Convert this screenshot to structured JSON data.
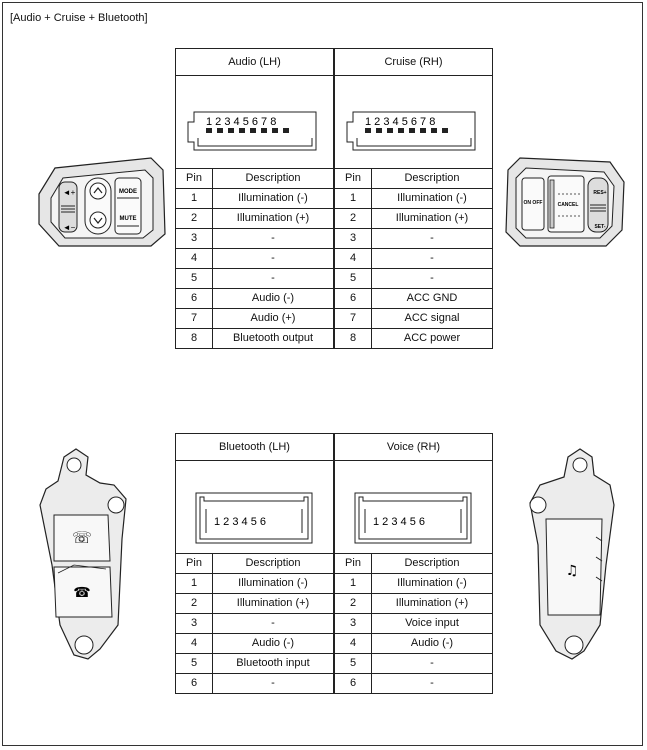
{
  "page_title": "[Audio + Cruise + Bluetooth]",
  "tables": [
    {
      "left_header": "Audio (LH)",
      "right_header": "Cruise (RH)",
      "left_conn_numbers": "1 2 3 4 5 6 7 8",
      "right_conn_numbers": "1 2 3 4 5 6 7 8",
      "col_pin": "Pin",
      "col_desc": "Description",
      "rows": [
        {
          "lpin": "1",
          "ldesc": "Illumination (-)",
          "rpin": "1",
          "rdesc": "Illumination (-)"
        },
        {
          "lpin": "2",
          "ldesc": "Illumination (+)",
          "rpin": "2",
          "rdesc": "Illumination (+)"
        },
        {
          "lpin": "3",
          "ldesc": "-",
          "rpin": "3",
          "rdesc": "-"
        },
        {
          "lpin": "4",
          "ldesc": "-",
          "rpin": "4",
          "rdesc": "-"
        },
        {
          "lpin": "5",
          "ldesc": "-",
          "rpin": "5",
          "rdesc": "-"
        },
        {
          "lpin": "6",
          "ldesc": "Audio (-)",
          "rpin": "6",
          "rdesc": "ACC GND"
        },
        {
          "lpin": "7",
          "ldesc": "Audio (+)",
          "rpin": "7",
          "rdesc": "ACC signal"
        },
        {
          "lpin": "8",
          "ldesc": "Bluetooth output",
          "rpin": "8",
          "rdesc": "ACC power"
        }
      ]
    },
    {
      "left_header": "Bluetooth (LH)",
      "right_header": "Voice (RH)",
      "left_conn_numbers": "1 2 3 4 5 6",
      "right_conn_numbers": "1 2 3 4 5 6",
      "col_pin": "Pin",
      "col_desc": "Description",
      "rows": [
        {
          "lpin": "1",
          "ldesc": "Illumination (-)",
          "rpin": "1",
          "rdesc": "Illumination (-)"
        },
        {
          "lpin": "2",
          "ldesc": "Illumination (+)",
          "rpin": "2",
          "rdesc": "Illumination (+)"
        },
        {
          "lpin": "3",
          "ldesc": "-",
          "rpin": "3",
          "rdesc": "Voice input"
        },
        {
          "lpin": "4",
          "ldesc": "Audio (-)",
          "rpin": "4",
          "rdesc": "Audio (-)"
        },
        {
          "lpin": "5",
          "ldesc": "Bluetooth input",
          "rpin": "5",
          "rdesc": "-"
        },
        {
          "lpin": "6",
          "ldesc": "-",
          "rpin": "6",
          "rdesc": "-"
        }
      ]
    }
  ],
  "switch_labels": {
    "audio_mode": "MODE",
    "audio_mute": "MUTE",
    "cruise_onoff": "ON OFF",
    "cruise_cancel": "CANCEL",
    "cruise_res": "RES+",
    "cruise_set": "SET-"
  }
}
